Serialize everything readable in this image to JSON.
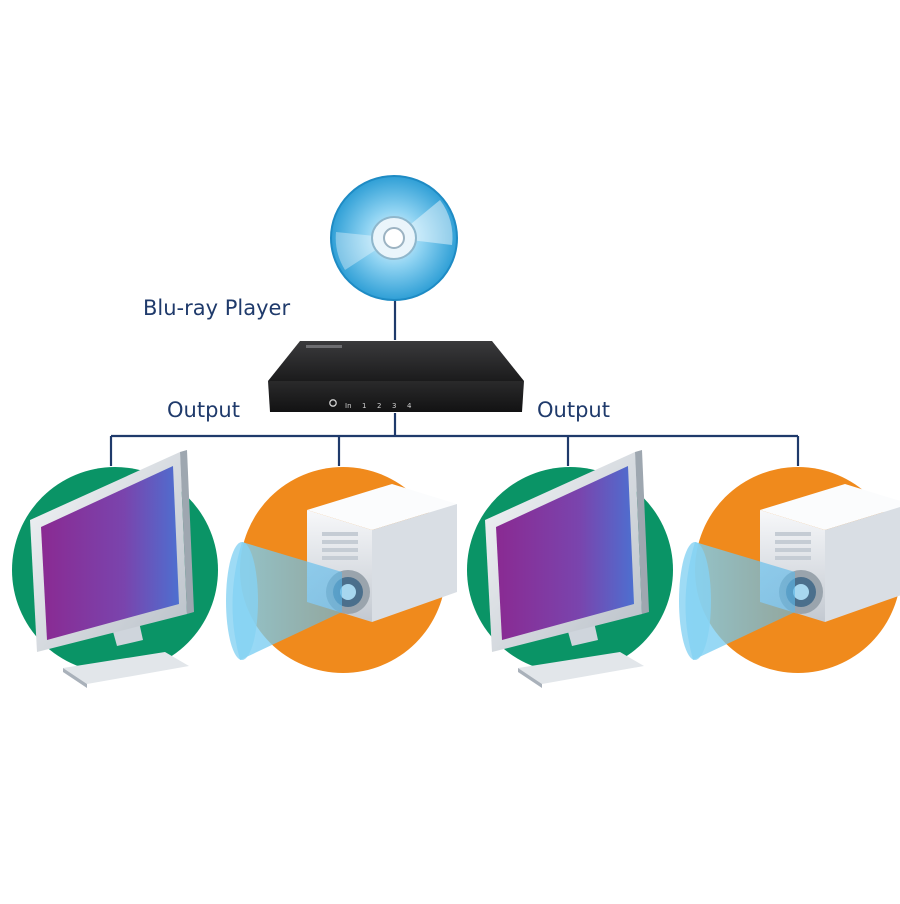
{
  "labels": {
    "source": "Blu-ray Player",
    "output_left": "Output",
    "output_right": "Output"
  },
  "splitter": {
    "input_marker": "In",
    "port_numbers": [
      "1",
      "2",
      "3",
      "4"
    ]
  },
  "outputs": [
    {
      "kind": "monitor",
      "circle_color": "#0a9466"
    },
    {
      "kind": "projector",
      "circle_color": "#f08a1c"
    },
    {
      "kind": "monitor",
      "circle_color": "#0a9466"
    },
    {
      "kind": "projector",
      "circle_color": "#f08a1c"
    }
  ],
  "colors": {
    "connector_line": "#1f3a6b",
    "label_text": "#1f3a6b"
  },
  "icons": [
    "blu-ray-disc-icon",
    "hdmi-splitter-box",
    "monitor-icon",
    "projector-icon"
  ]
}
